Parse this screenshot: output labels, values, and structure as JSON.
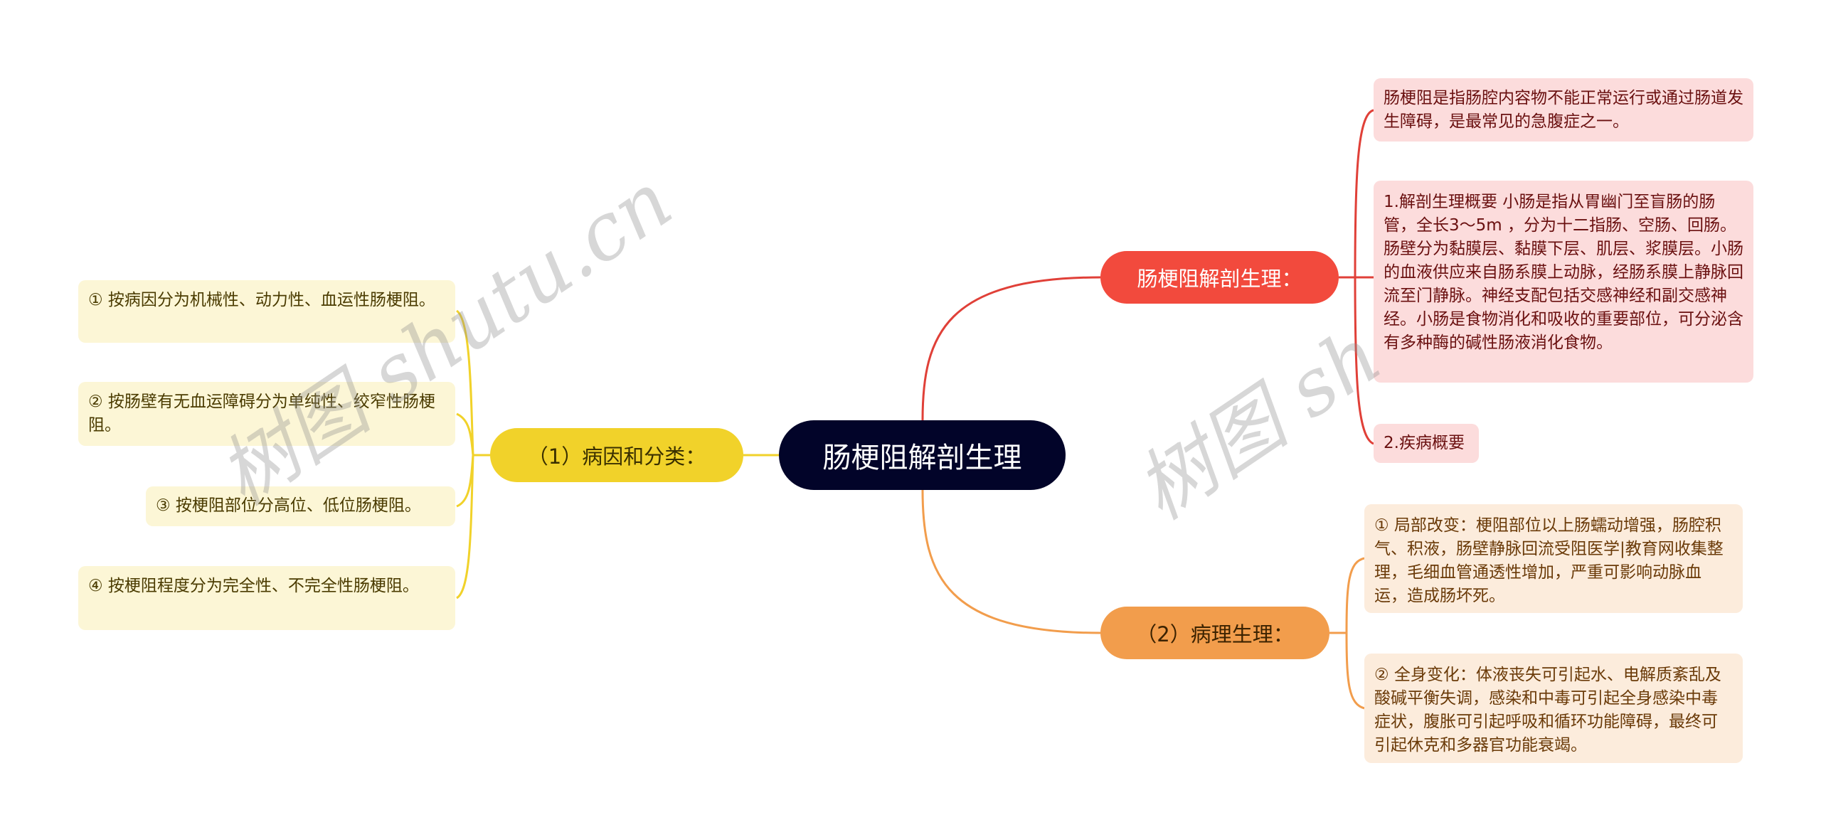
{
  "mindmap": {
    "root": {
      "label": "肠梗阻解剖生理",
      "color": "#020429"
    },
    "branches": [
      {
        "label": "（1）病因和分类：",
        "color": "#f1d22a",
        "side": "left",
        "children": [
          "① 按病因分为机械性、动力性、血运性肠梗阻。",
          "② 按肠壁有无血运障碍分为单纯性、绞窄性肠梗阻。",
          "③ 按梗阻部位分高位、低位肠梗阻。",
          "④ 按梗阻程度分为完全性、不完全性肠梗阻。"
        ]
      },
      {
        "label": "肠梗阻解剖生理：",
        "color": "#f24a3d",
        "side": "right",
        "children": [
          "肠梗阻是指肠腔内容物不能正常运行或通过肠道发生障碍，是最常见的急腹症之一。",
          "1.解剖生理概要 小肠是指从胃幽门至盲肠的肠管，全长3～5m ，分为十二指肠、空肠、回肠。肠壁分为黏膜层、黏膜下层、肌层、浆膜层。小肠的血液供应来自肠系膜上动脉，经肠系膜上静脉回流至门静脉。神经支配包括交感神经和副交感神经。小肠是食物消化和吸收的重要部位，可分泌含有多种酶的碱性肠液消化食物。",
          "2.疾病概要"
        ]
      },
      {
        "label": "（2）病理生理：",
        "color": "#f29d4c",
        "side": "right",
        "children": [
          "① 局部改变：梗阻部位以上肠蠕动增强，肠腔积气、积液，肠壁静脉回流受阻医学|教育网收集整理，毛细血管通透性增加，严重可影响动脉血运，造成肠坏死。",
          "② 全身变化：体液丧失可引起水、电解质紊乱及酸碱平衡失调，感染和中毒可引起全身感染中毒症状，腹胀可引起呼吸和循环功能障碍，最终可引起休克和多器官功能衰竭。"
        ]
      }
    ]
  },
  "watermarks": [
    "树图 shutu.cn",
    "树图 sh"
  ]
}
